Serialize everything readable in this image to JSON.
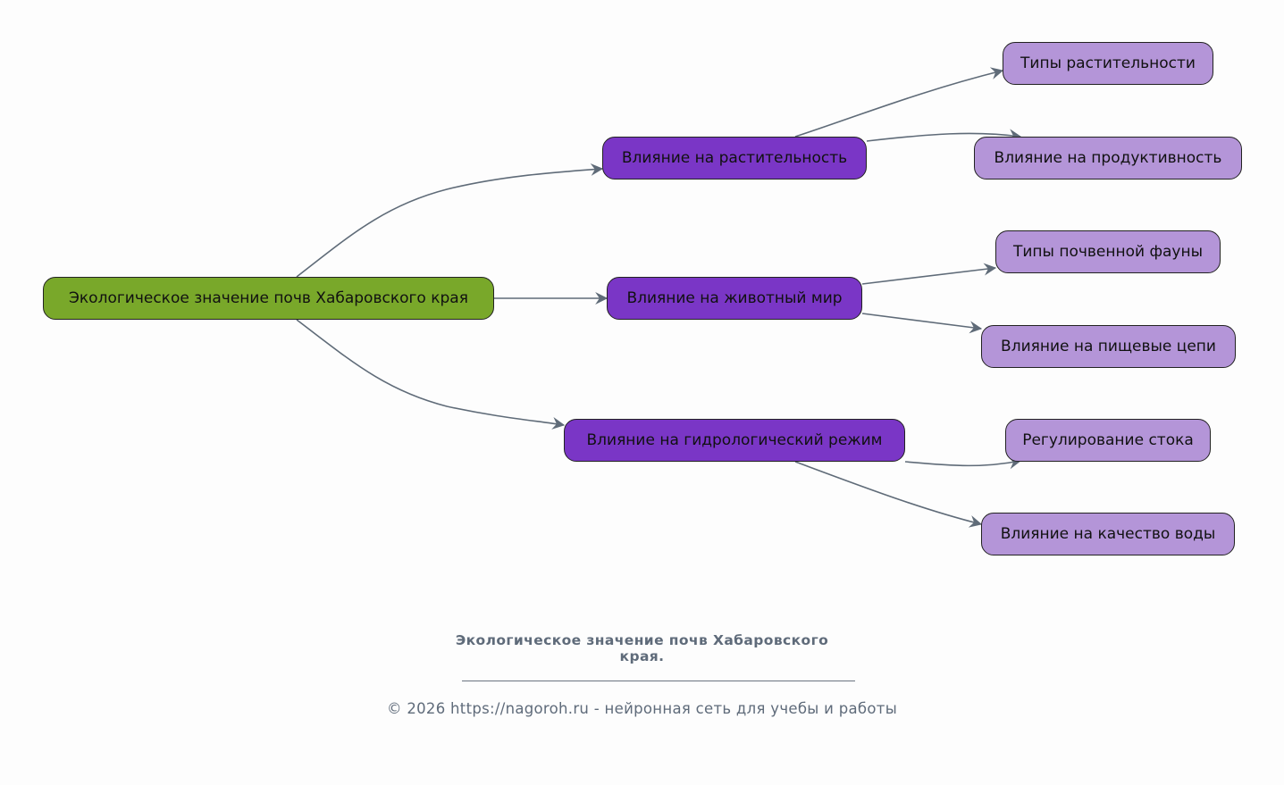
{
  "diagram": {
    "root": {
      "id": "root",
      "label": "Экологическое значение почв Хабаровского края",
      "color": "#79a82a"
    },
    "branches": [
      {
        "id": "b1",
        "label": "Влияние на растительность",
        "color": "#7a36c6",
        "children": [
          {
            "id": "c11",
            "label": "Типы растительности"
          },
          {
            "id": "c12",
            "label": "Влияние на продуктивность"
          }
        ]
      },
      {
        "id": "b2",
        "label": "Влияние на животный мир",
        "color": "#7a36c6",
        "children": [
          {
            "id": "c21",
            "label": "Типы почвенной фауны"
          },
          {
            "id": "c22",
            "label": "Влияние на пищевые цепи"
          }
        ]
      },
      {
        "id": "b3",
        "label": "Влияние на гидрологический режим",
        "color": "#7a36c6",
        "children": [
          {
            "id": "c31",
            "label": "Регулирование стока"
          },
          {
            "id": "c32",
            "label": "Влияние на качество воды"
          }
        ]
      }
    ],
    "leaf_color": "#b495d8",
    "edge_color": "#5f6b78"
  },
  "footer": {
    "title_line1": "Экологическое значение почв Хабаровского",
    "title_line2": "края.",
    "copyright": "© 2026 https://nagoroh.ru - нейронная сеть для учебы и работы"
  }
}
